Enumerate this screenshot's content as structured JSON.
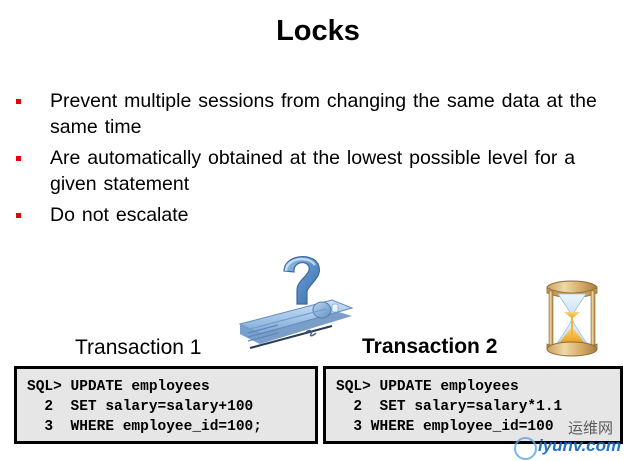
{
  "slide": {
    "title": "Locks",
    "bullets": [
      "Prevent multiple  sessions from changing  the same data at the  same time",
      "Are automatically  obtained at the  lowest possible level  for a given statement",
      "Do not escalate"
    ]
  },
  "icons": {
    "lock": "padlock-icon",
    "question": "question-mark-icon",
    "hourglass": "hourglass-icon"
  },
  "transactions": [
    {
      "heading": "Transaction 1",
      "code": [
        "SQL> UPDATE employees",
        "  2  SET salary=salary+100",
        "  3  WHERE employee_id=100;"
      ]
    },
    {
      "heading": "Transaction 2",
      "code": [
        "SQL> UPDATE employees",
        "  2  SET salary=salary*1.1",
        "  3 WHERE employee_id=100"
      ]
    }
  ],
  "watermark": {
    "cn": "运维网",
    "en": "iyunv.com"
  },
  "colors": {
    "bullet": "#e8000d",
    "code_bg": "#e6e6e6",
    "code_border": "#000000",
    "watermark_blue": "#1267bf"
  }
}
